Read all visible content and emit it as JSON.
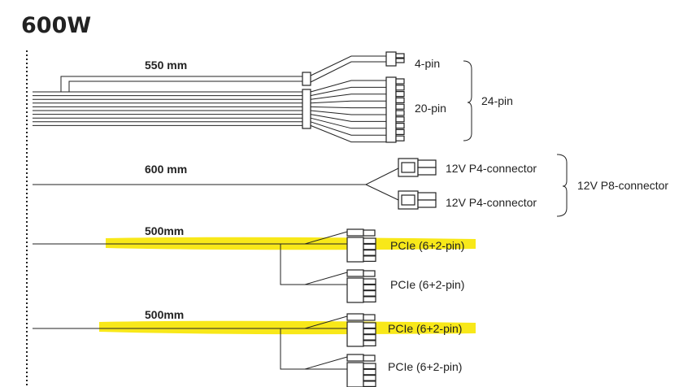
{
  "title": "600W",
  "colors": {
    "highlight": "#f7e600",
    "line": "#222222"
  },
  "cables": [
    {
      "length": "550 mm",
      "connectors": [
        "4-pin",
        "20-pin"
      ],
      "group": "24-pin"
    },
    {
      "length": "600 mm",
      "connectors": [
        "12V P4-connector",
        "12V P4-connector"
      ],
      "group": "12V P8-connector"
    },
    {
      "length": "500mm",
      "connectors": [
        "PCIe (6+2-pin)",
        "PCIe (6+2-pin)"
      ],
      "highlighted": true
    },
    {
      "length": "500mm",
      "connectors": [
        "PCIe (6+2-pin)",
        "PCIe (6+2-pin)"
      ],
      "highlighted": true
    }
  ]
}
